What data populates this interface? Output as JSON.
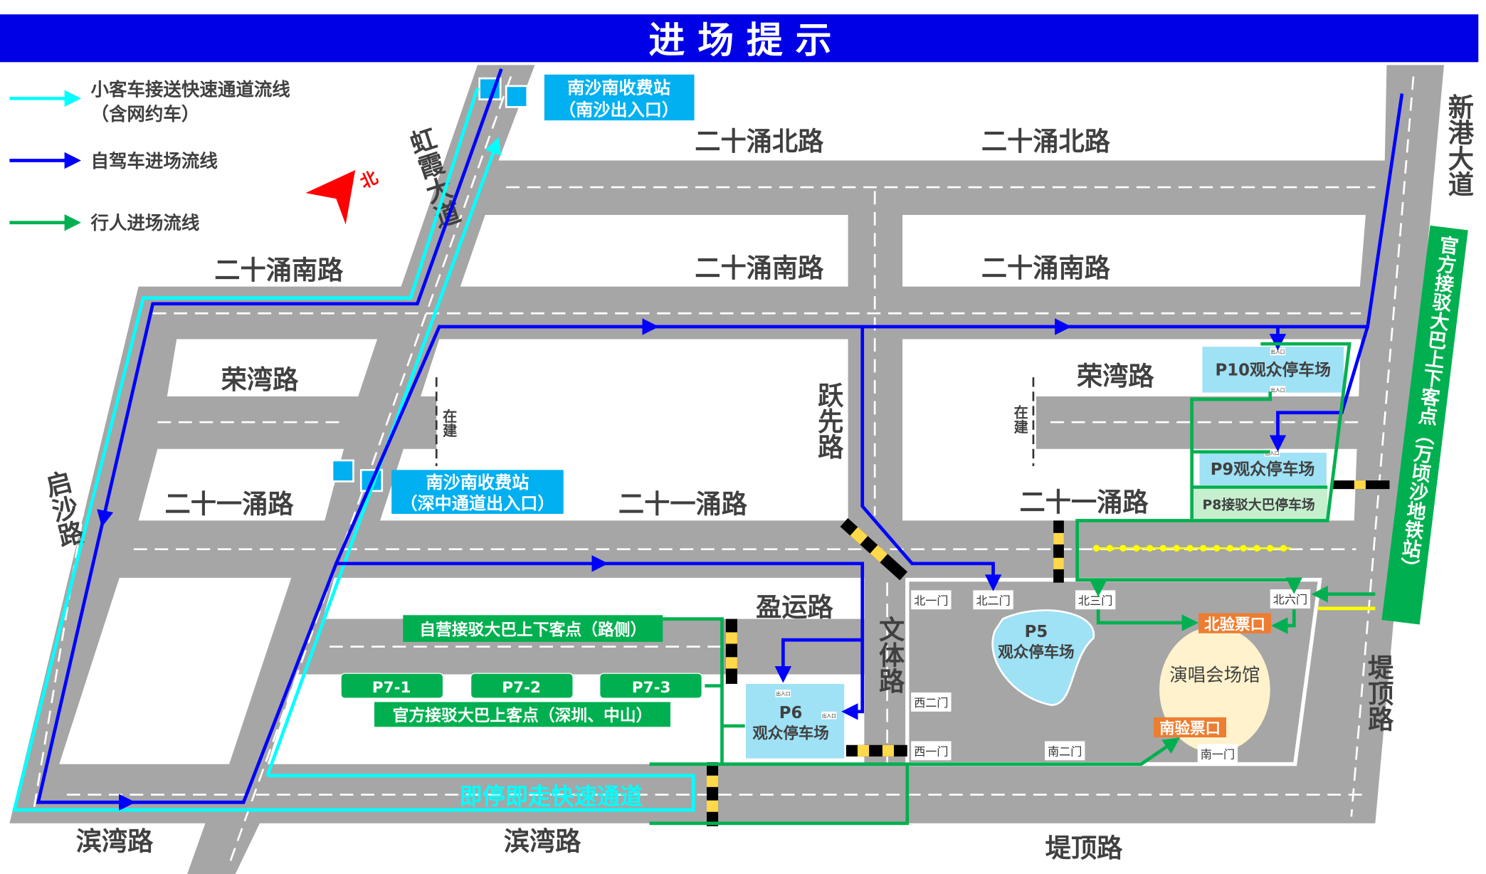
{
  "title": "进 场 提 示",
  "legend": [
    {
      "label": "小客车接送快速通道流线",
      "sub": "（含网约车）",
      "color": "#00ffff"
    },
    {
      "label": "自驾车进场流线",
      "color": "#0000ff"
    },
    {
      "label": "行人进场流线",
      "color": "#00b050"
    }
  ],
  "north": "北",
  "roads": {
    "ershiyong_north": "二十涌北路",
    "ershiyong_south": "二十涌南路",
    "rongwan": "荣湾路",
    "ershiyiyong": "二十一涌路",
    "yingyun": "盈运路",
    "binwan": "滨湾路",
    "diding": "堤顶路",
    "hongxia": "虹霞大道",
    "qisha": "启沙路",
    "yuexian": "跃先路",
    "wenti": "文体路",
    "xingang": "新港大道",
    "under_construction": "在建"
  },
  "toll_stations": [
    {
      "name": "南沙南收费站",
      "sub": "（南沙出入口）"
    },
    {
      "name": "南沙南收费站",
      "sub": "（深中通道出入口）"
    }
  ],
  "parking": {
    "p10": "P10观众停车场",
    "p9": "P9观众停车场",
    "p8": "P8接驳大巴停车场",
    "p5_code": "P5",
    "p5_name": "观众停车场",
    "p6_code": "P6",
    "p6_name": "观众停车场",
    "entrance": "出入口"
  },
  "bus_points": {
    "self_run": "自营接驳大巴上下客点（路侧）",
    "official": "官方接驳大巴上客点（深圳、中山）",
    "p7": [
      "P7-1",
      "P7-2",
      "P7-3"
    ],
    "metro": "官方接驳大巴上下客点（万顷沙地铁站）"
  },
  "quick_lane": "即停即走快速通道",
  "venue": "演唱会场馆",
  "ticket_north": "北验票口",
  "ticket_south": "南验票口",
  "gates": {
    "n1": "北一门",
    "n2": "北二门",
    "n3": "北三门",
    "n6": "北六门",
    "w1": "西一门",
    "w2": "西二门",
    "s1": "南一门",
    "s2": "南二门"
  },
  "colors": {
    "title_bar": "#0000e6",
    "road": "#a6a6a6",
    "parking": "#9fe1f5",
    "bus": "#00b050",
    "ticket": "#ed7d31",
    "venue": "#fff2cc",
    "toll": "#00b0f0"
  }
}
